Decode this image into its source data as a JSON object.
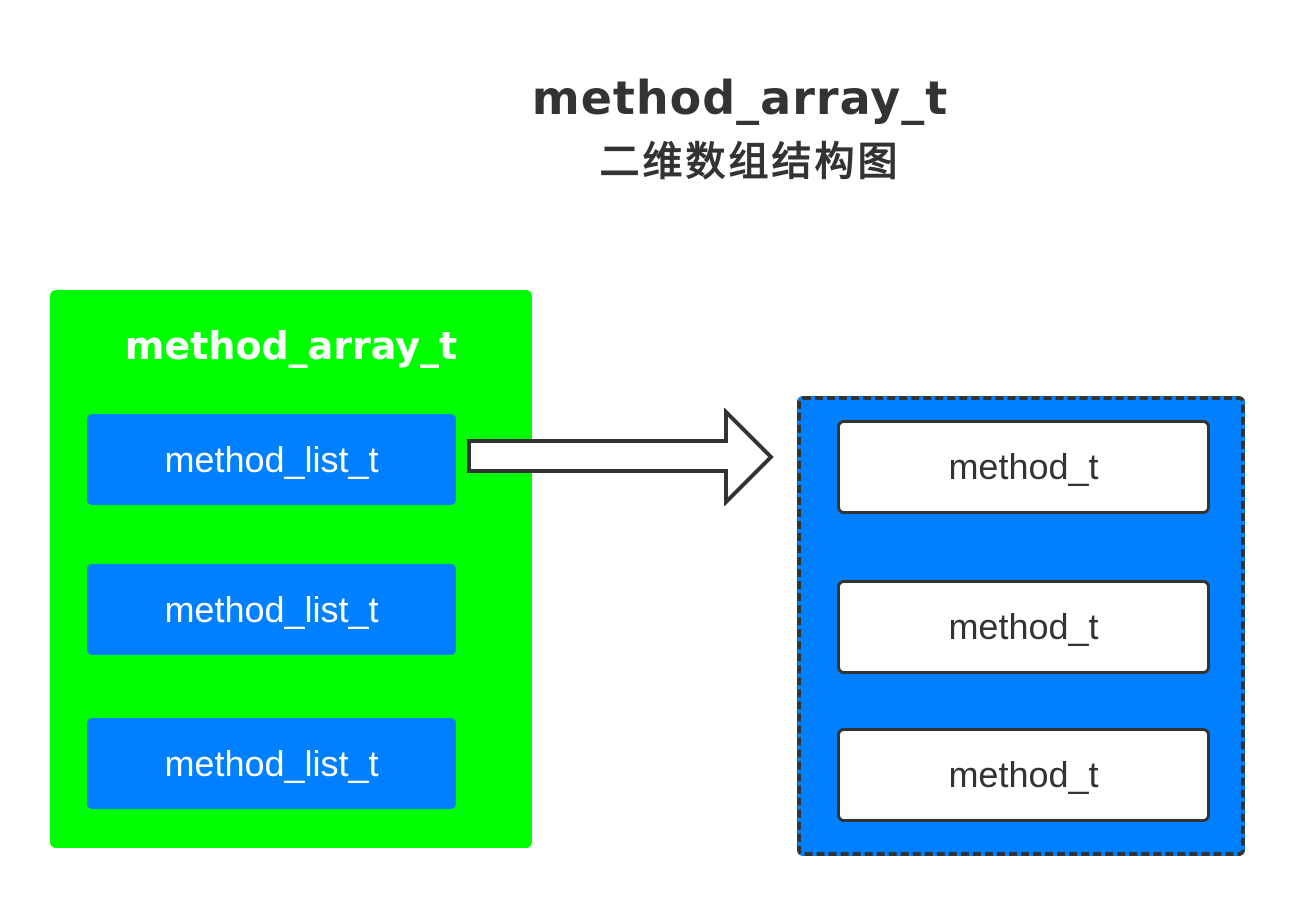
{
  "title": {
    "main": "method_array_t",
    "sub": "二维数组结构图"
  },
  "array_box": {
    "label": "method_array_t",
    "items": [
      "method_list_t",
      "method_list_t",
      "method_list_t"
    ]
  },
  "methods_box": {
    "items": [
      "method_t",
      "method_t",
      "method_t"
    ]
  },
  "colors": {
    "array_background": "#00ff00",
    "list_item_background": "#0080ff",
    "methods_background": "#0080ff",
    "stroke": "#333333",
    "text_dark": "#333333",
    "text_light": "#ffffff"
  },
  "icons": {
    "connector": "right-arrow-icon"
  }
}
